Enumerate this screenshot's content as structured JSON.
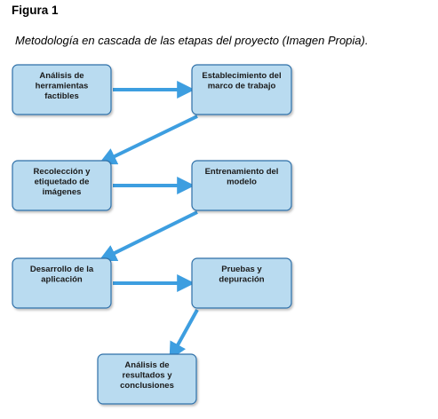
{
  "figure": {
    "label": "Figura 1",
    "caption": "Metodología en cascada de las etapas del proyecto (Imagen Propia)."
  },
  "colors": {
    "box_fill": "#b9dbf0",
    "box_stroke": "#2f6fa8",
    "arrow": "#3d9ee0"
  },
  "nodes": [
    {
      "id": "analisis-herramientas",
      "lines": [
        "Análisis de",
        "herramientas",
        "factibles"
      ]
    },
    {
      "id": "establecimiento-marco",
      "lines": [
        "Establecimiento del",
        "marco de trabajo"
      ]
    },
    {
      "id": "recoleccion-imagenes",
      "lines": [
        "Recolección y",
        "etiquetado de",
        "imágenes"
      ]
    },
    {
      "id": "entrenamiento-modelo",
      "lines": [
        "Entrenamiento del",
        "modelo"
      ]
    },
    {
      "id": "desarrollo-aplicacion",
      "lines": [
        "Desarrollo de la",
        "aplicación"
      ]
    },
    {
      "id": "pruebas-depuracion",
      "lines": [
        "Pruebas y",
        "depuración"
      ]
    },
    {
      "id": "analisis-resultados",
      "lines": [
        "Análisis de",
        "resultados y",
        "conclusiones"
      ]
    }
  ],
  "edges": [
    {
      "from": "analisis-herramientas",
      "to": "establecimiento-marco"
    },
    {
      "from": "establecimiento-marco",
      "to": "recoleccion-imagenes"
    },
    {
      "from": "recoleccion-imagenes",
      "to": "entrenamiento-modelo"
    },
    {
      "from": "entrenamiento-modelo",
      "to": "desarrollo-aplicacion"
    },
    {
      "from": "desarrollo-aplicacion",
      "to": "pruebas-depuracion"
    },
    {
      "from": "pruebas-depuracion",
      "to": "analisis-resultados"
    }
  ]
}
